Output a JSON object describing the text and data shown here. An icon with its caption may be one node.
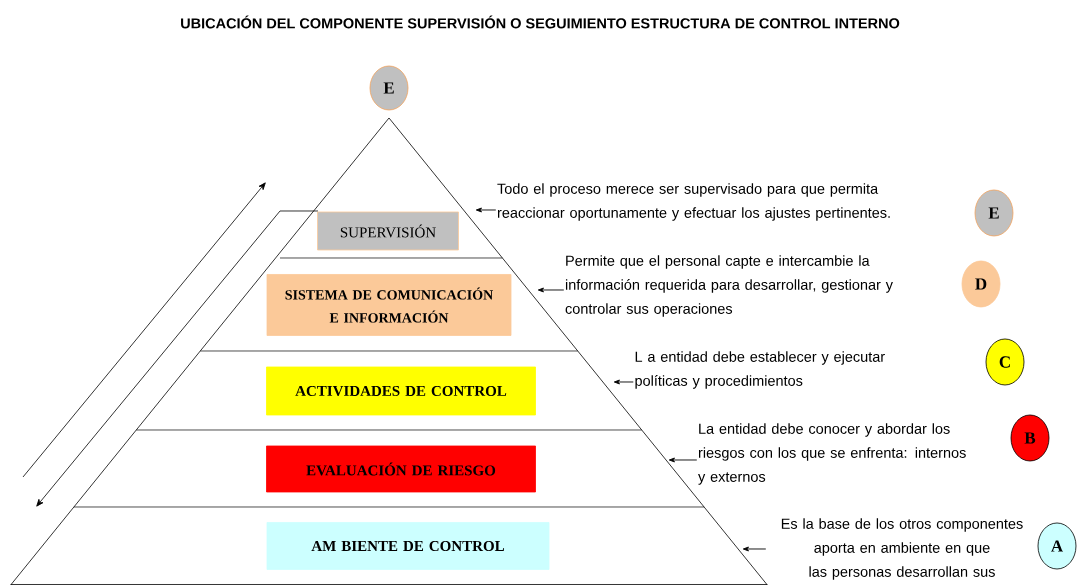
{
  "diagram": {
    "title": "UBICACIÓN DEL  COMPONENTE SUPERVISIÓN  O SEGUIMIENTO ESTRUCTURA  DE CONTROL INTERNO",
    "nodes": [
      {
        "text": [
          "E"
        ]
      },
      {
        "text": [
          "SUPERVISIÓN"
        ]
      },
      {
        "text": [
          "SISTEMA DE COMUNICACIÓN E INFORMACIÓN"
        ]
      },
      {
        "text": [
          "ACTIVIDADES DE CONTROL"
        ]
      },
      {
        "text": [
          "EVALUACIÓN DE RIESGO"
        ]
      },
      {
        "text": [
          "AM BIENTE DE CONTROL"
        ]
      },
      {
        "text": [
          "Todo el proceso merece ser supervisado para que permita reaccionar oportunamente y efectuar los ajustes pertinentes."
        ]
      },
      {
        "text": [
          "E"
        ]
      },
      {
        "text": [
          "Permite que el personal capte e intercambie la información requerida para desarrollar, gestionar y controlar sus operaciones"
        ]
      },
      {
        "text": [
          "D"
        ]
      },
      {
        "text": [
          "L a entidad debe establecer y ejecutar políticas y procedimientos"
        ]
      },
      {
        "text": [
          "C"
        ]
      },
      {
        "text": [
          "La entidad debe conocer y abordar los riesgos con los que se enfrenta: internos y externos"
        ]
      },
      {
        "text": [
          "B"
        ]
      },
      {
        "text": [
          "Es la base de los otros componentes aporta en ambiente en que las personas desarrollan sus"
        ]
      },
      {
        "text": [
          "A"
        ]
      }
    ],
    "edges": [
      {
        "from": 6,
        "to": null,
        "arrow": "to"
      },
      {
        "from": 8,
        "to": null,
        "arrow": "to"
      },
      {
        "from": 10,
        "to": null,
        "arrow": "to"
      },
      {
        "from": 12,
        "to": null,
        "arrow": "to"
      },
      {
        "from": 14,
        "to": null,
        "arrow": "to"
      }
    ]
  }
}
